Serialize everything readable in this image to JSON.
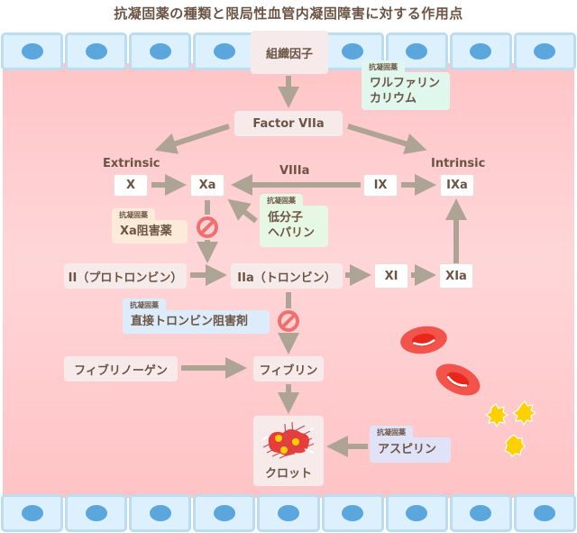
{
  "title": "抗凝固薬の種類と限局性血管内凝固障害に対する作用点",
  "colors": {
    "arrow": "#aea496",
    "vessel_bg": "#ffc8ca",
    "cell_fill": "#dcf0fe",
    "cell_border": "#bcdcf2",
    "nucleus": "#5ba6dc",
    "inhibit": "#f07070",
    "rbc": "#f2534a",
    "platelet": "#ffd000"
  },
  "vessel_wall": {
    "cell_count": 9
  },
  "nodes": {
    "tissue_factor": "組織因子",
    "factor_viia": "Factor VIIa",
    "extrinsic": "Extrinsic",
    "intrinsic": "Intrinsic",
    "x": "X",
    "xa": "Xa",
    "viiia": "VIIIa",
    "ix": "IX",
    "ixa": "IXa",
    "prothrombin": "II（プロトロンビン）",
    "thrombin": "IIa（トロンビン）",
    "xi": "XI",
    "xia": "XIa",
    "fibrinogen": "フィブリノーゲン",
    "fibrin": "フィブリン",
    "clot": "クロット"
  },
  "drug_tag": "抗凝固薬",
  "drugs": {
    "warfarin": "ワルファリン\nカリウム",
    "xa_inhibitor": "Xa阻害薬",
    "lmwh": "低分子\nヘパリン",
    "dti": "直接トロンビン阻害剤",
    "aspirin": "アスピリン"
  },
  "icons": {
    "inhibit": "no-entry-icon",
    "red_blood_cell": "red-blood-cell-icon",
    "platelet": "platelet-icon",
    "clot": "clot-icon"
  }
}
